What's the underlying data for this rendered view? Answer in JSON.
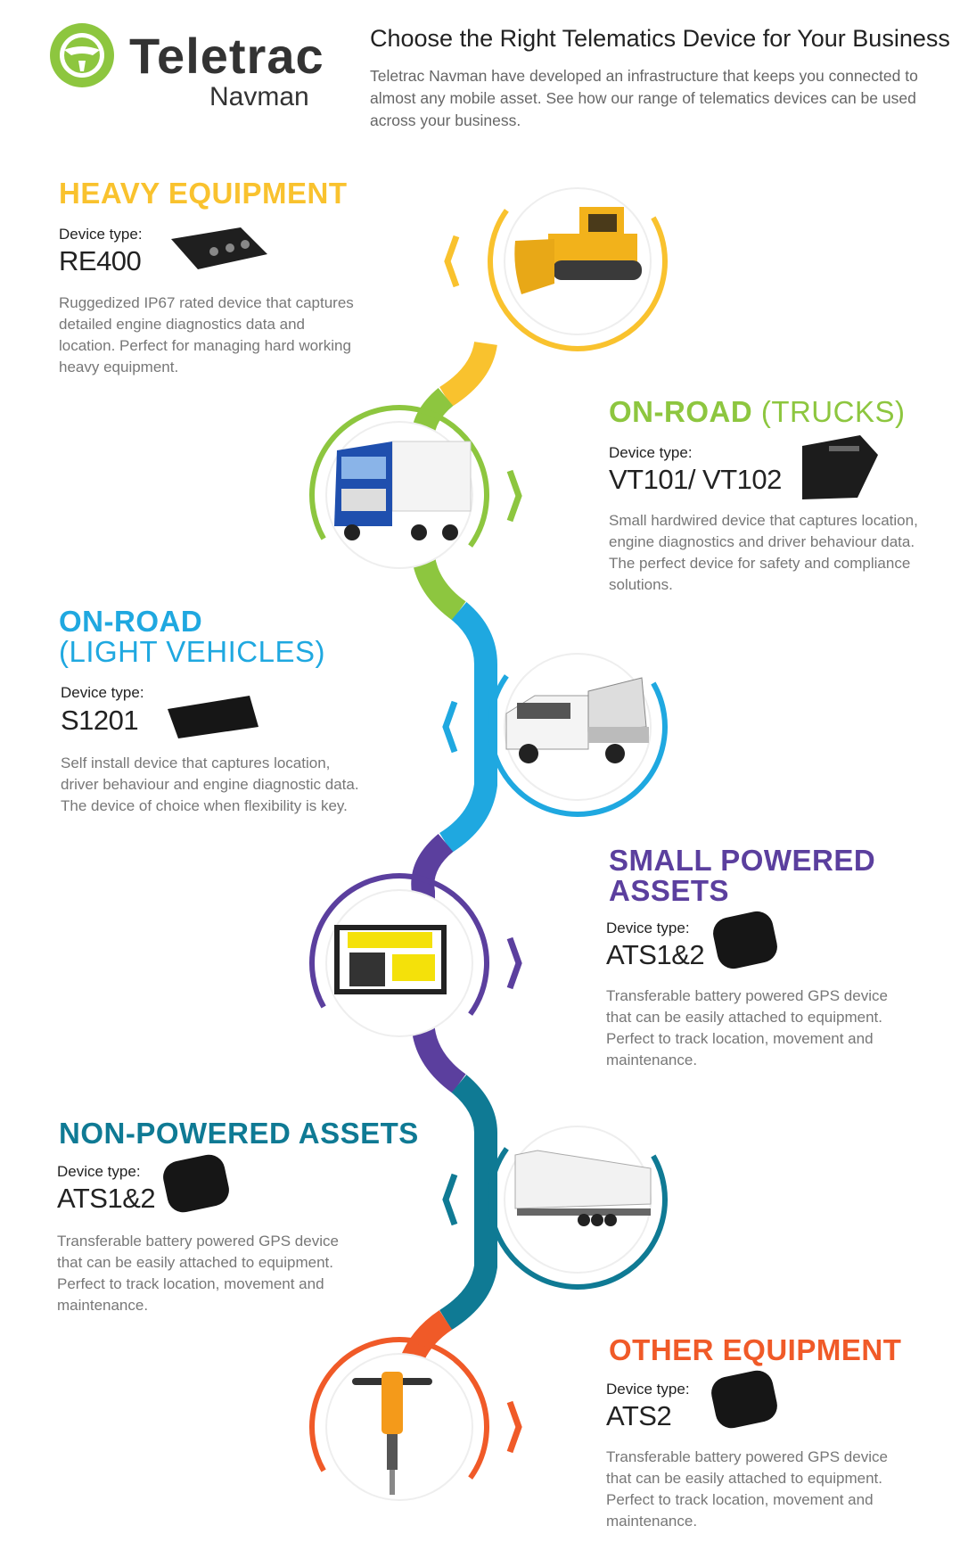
{
  "brand": {
    "name_line1": "Teletrac",
    "name_line2": "Navman",
    "logo_color": "#8dc63f"
  },
  "header": {
    "title": "Choose the Right Telematics Device for Your Business",
    "description": "Teletrac Navman have developed an infrastructure that keeps you connected to almost any mobile asset. See how our range of telematics devices can be used across your business."
  },
  "device_label": "Device type:",
  "sections": [
    {
      "title": "HEAVY EQUIPMENT",
      "title_light": "",
      "color": "#f9c22e",
      "device": "RE400",
      "description": "Ruggedized IP67 rated device that captures detailed engine diagnostics data and location. Perfect for managing hard working heavy equipment.",
      "image": "bulldozer"
    },
    {
      "title": "ON-ROAD",
      "title_light": "(TRUCKS)",
      "color": "#8dc63f",
      "device": "VT101/ VT102",
      "description": "Small hardwired device that captures location, engine diagnostics and driver behaviour data. The perfect device for safety and compliance solutions.",
      "image": "truck"
    },
    {
      "title": "ON-ROAD",
      "title_light": "(LIGHT VEHICLES)",
      "color": "#1fa8e0",
      "device": "S1201",
      "description": "Self install device that captures location, driver behaviour and engine diagnostic data. The device of choice when flexibility is key.",
      "image": "pickup-truck"
    },
    {
      "title": "SMALL POWERED",
      "title2": "ASSETS",
      "color": "#5b3f9e",
      "device": "ATS1&2",
      "description": "Transferable battery powered GPS device that can be easily attached to equipment. Perfect to track location, movement and maintenance.",
      "image": "generator"
    },
    {
      "title": "NON-POWERED ASSETS",
      "title_light": "",
      "color": "#0f7a94",
      "device": "ATS1&2",
      "description": "Transferable battery powered GPS device that can be easily attached to equipment. Perfect to track location, movement and maintenance.",
      "image": "trailer"
    },
    {
      "title": "OTHER EQUIPMENT",
      "title_light": "",
      "color": "#f05a28",
      "device": "ATS2",
      "description": "Transferable battery powered GPS device that can be easily attached to equipment. Perfect to track location, movement and maintenance.",
      "image": "jackhammer"
    }
  ]
}
